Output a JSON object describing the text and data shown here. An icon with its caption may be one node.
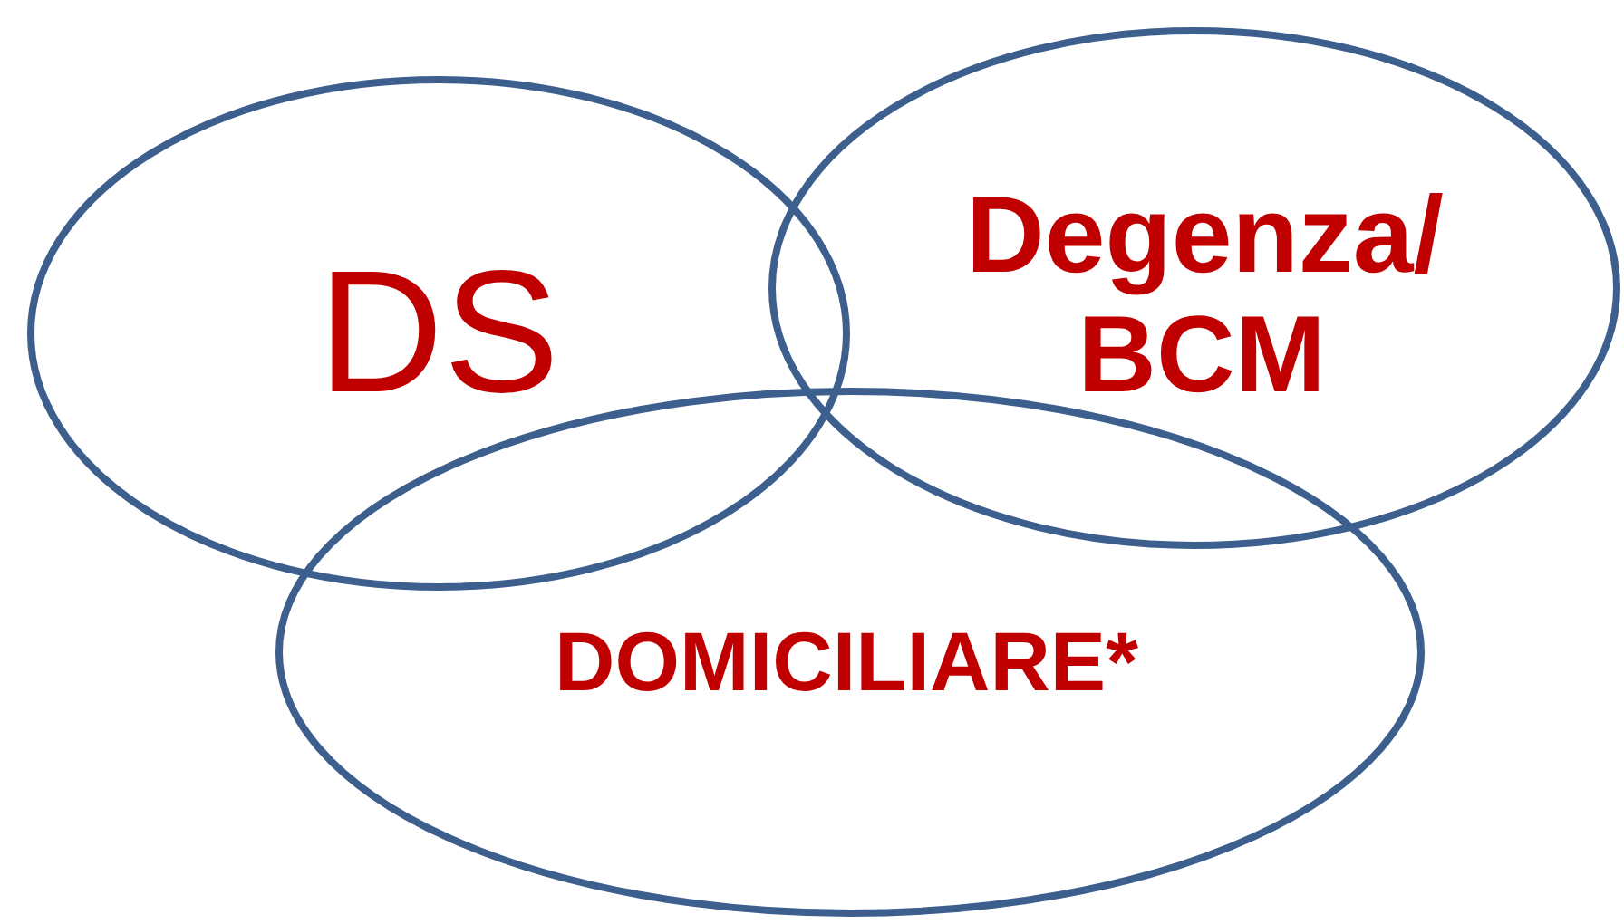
{
  "diagram": {
    "nodes": [
      {
        "text": [
          "DS"
        ]
      },
      {
        "text": [
          "Degenza/ BCM"
        ]
      },
      {
        "text": [
          "DOMICILIARE*"
        ]
      }
    ]
  }
}
